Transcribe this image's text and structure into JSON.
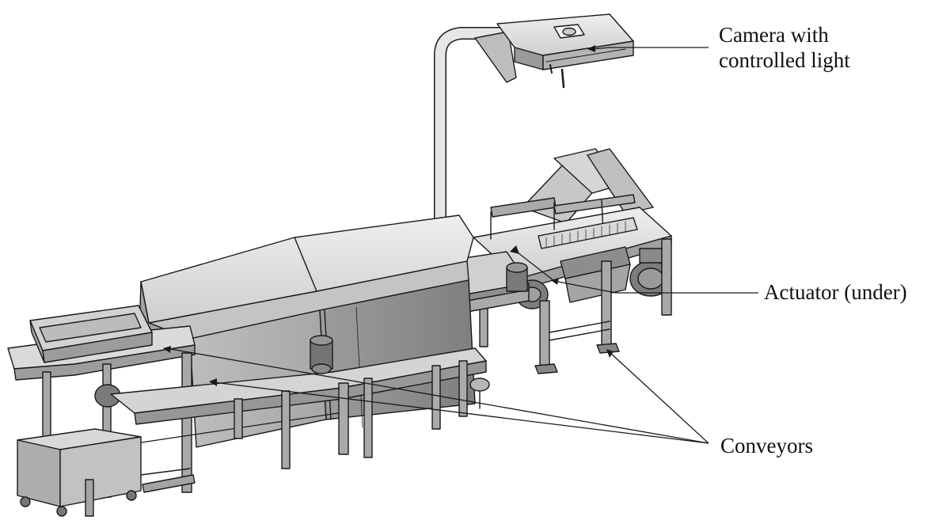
{
  "labels": {
    "camera": {
      "line1": "Camera with",
      "line2": "controlled light"
    },
    "actuator": "Actuator (under)",
    "conveyors": "Conveyors"
  },
  "colors": {
    "line": "#1a1a1a",
    "panel_light": "#dcdcdc",
    "panel_mid": "#b8b8b8",
    "panel_dark": "#8f8f8f",
    "frame": "#9a9a9a"
  }
}
